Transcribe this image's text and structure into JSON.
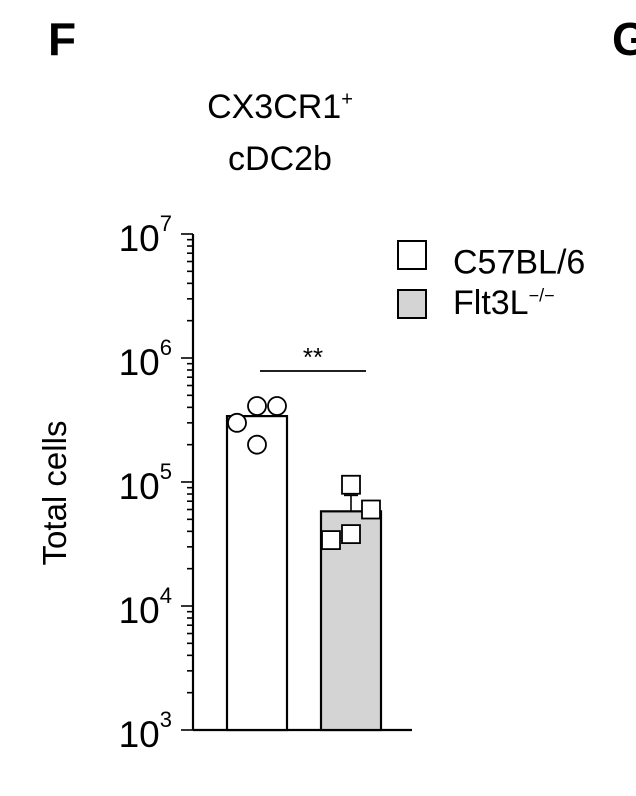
{
  "panels": {
    "current": "F",
    "next": "G"
  },
  "chart_data": {
    "type": "bar",
    "title_line1": "CX3CR1",
    "title_sup": "+",
    "title_line2": "cDC2b",
    "ylabel": "Total cells",
    "xlabel": "",
    "yscale": "log",
    "ylim": [
      1000,
      10000000
    ],
    "yticks": [
      {
        "base": "10",
        "exp": "3",
        "value": 1000
      },
      {
        "base": "10",
        "exp": "4",
        "value": 10000
      },
      {
        "base": "10",
        "exp": "5",
        "value": 100000
      },
      {
        "base": "10",
        "exp": "6",
        "value": 1000000
      },
      {
        "base": "10",
        "exp": "7",
        "value": 10000000
      }
    ],
    "series": [
      {
        "name": "C57BL/6",
        "name_sup": "",
        "fill": "#ffffff",
        "marker": "circle",
        "mean": 340000,
        "sem_upper": 410000,
        "points": [
          300000,
          410000,
          410000,
          200000
        ]
      },
      {
        "name": "Flt3L",
        "name_sup": "−/−",
        "fill": "#d4d4d4",
        "marker": "square",
        "mean": 58000,
        "sem_upper": 78000,
        "points": [
          34000,
          95000,
          60000,
          38000
        ]
      }
    ],
    "significance": "**",
    "legend_position": "top-right",
    "grid": false
  }
}
